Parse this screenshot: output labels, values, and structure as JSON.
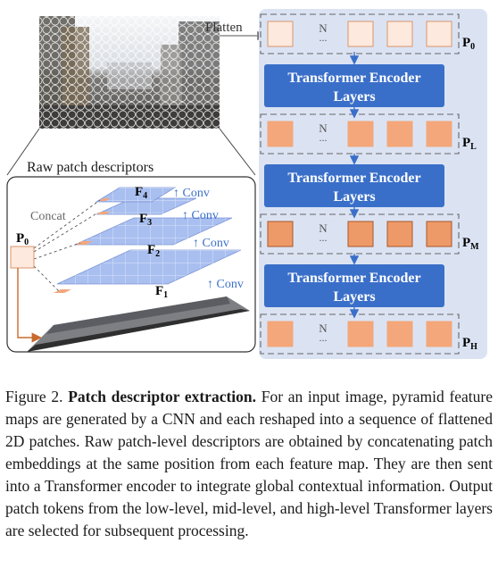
{
  "diagram": {
    "flatten_label": "Flatten",
    "n_label": "N",
    "dots": "...",
    "encoder_label_line1": "Transformer Encoder",
    "encoder_label_line2": "Layers",
    "p0_label": "P",
    "p0_sub": "0",
    "pl_label": "P",
    "pl_sub": "L",
    "pm_label": "P",
    "pm_sub": "M",
    "ph_label": "P",
    "ph_sub": "H",
    "raw_patch_title": "Raw patch descriptors",
    "concat_label": "Concat",
    "left_p0_label": "P",
    "left_p0_sub": "0",
    "f4_label": "F",
    "f4_sub": "4",
    "f3_label": "F",
    "f3_sub": "3",
    "f2_label": "F",
    "f2_sub": "2",
    "f1_label": "F",
    "f1_sub": "1",
    "conv_label": "↑ Conv",
    "colors": {
      "panel_bg": "#dbe3f3",
      "encoder_fill": "#3a6fc9",
      "token_orange": "#f3a77a",
      "token_orange_dark": "#ee9a68",
      "token_light": "#fde9dd",
      "feature_map": "#a9bff0",
      "accent_arrow": "#3a6fc9",
      "concat_arrow": "#c96a2c"
    }
  },
  "caption": {
    "figure_number": "Figure 2.",
    "bold_title": "Patch descriptor extraction.",
    "body": " For an input image, pyramid feature maps are generated by a CNN and each reshaped into a sequence of flattened 2D patches. Raw patch-level descriptors are obtained by concatenating patch embeddings at the same position from each feature map. They are then sent into a Transformer encoder to integrate global contextual information. Output patch tokens from the low-level, mid-level, and high-level Transformer layers are selected for subsequent processing."
  }
}
